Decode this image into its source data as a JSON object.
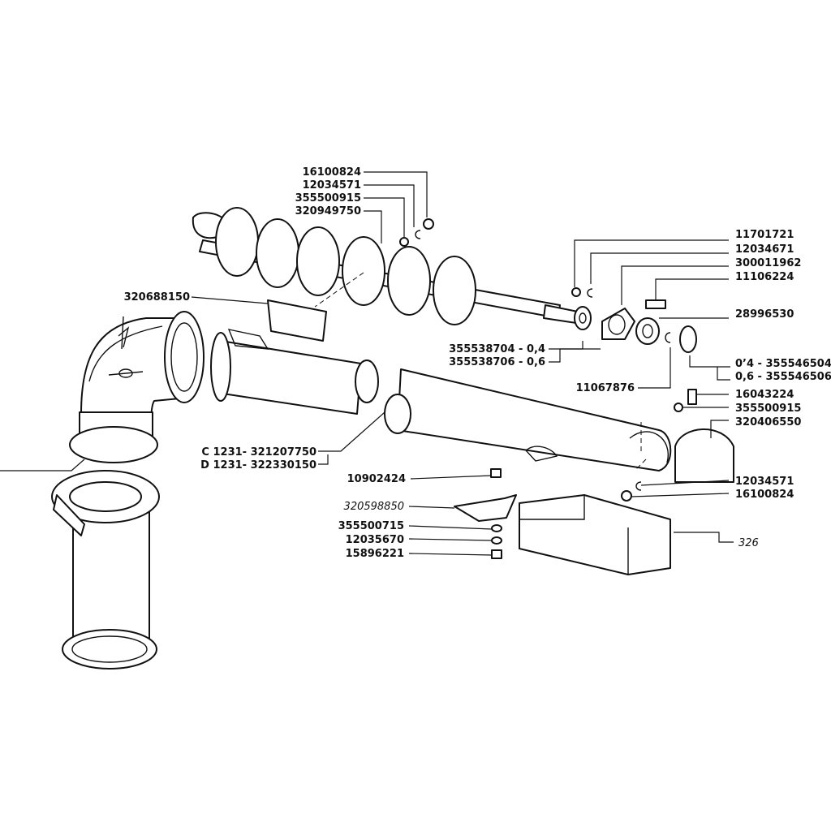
{
  "labels": {
    "l16100824a": "16100824",
    "l12034571a": "12034571",
    "l355500915a": "355500915",
    "l320949750": "320949750",
    "l11701721": "11701721",
    "l12034671": "12034671",
    "l300011962": "300011962",
    "l11106224": "11106224",
    "l28996530": "28996530",
    "l320688150": "320688150",
    "l355538704": "355538704 - 0,4",
    "l355538706": "355538706 - 0,6",
    "l355546504": "0’4 - 355546504",
    "l355546506": "0,6 - 355546506",
    "l11067876": "11067876",
    "l16043224": "16043224",
    "l355500915b": "355500915",
    "l320406550": "320406550",
    "l321207750": "C 1231- 321207750",
    "l322330150": "D 1231- 322330150",
    "l10902424": "10902424",
    "l320598850": "320598850",
    "l355500715": "355500715",
    "l12035670": "12035670",
    "l15896221": "15896221",
    "l12034571b": "12034571",
    "l16100824b": "16100824",
    "l326": "326"
  }
}
